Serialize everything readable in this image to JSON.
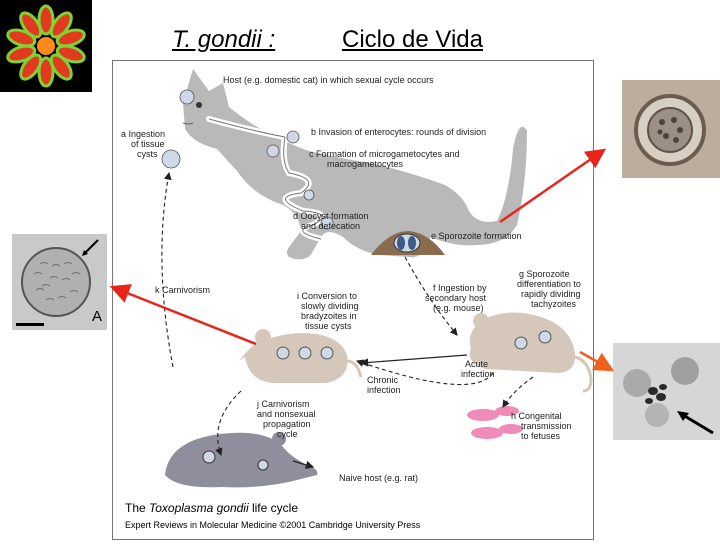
{
  "title": {
    "scientific_name": "T. gondii :",
    "rest": "Ciclo de Vida"
  },
  "diagram": {
    "labels": {
      "host": "Host (e.g. domestic cat) in which sexual cycle occurs",
      "a1": "a Ingestion",
      "a2": "of tissue",
      "a3": "cysts",
      "b": "b Invasion of enterocytes: rounds of division",
      "c1": "c Formation of microgametocytes and",
      "c2": "macrogametocytes",
      "d1": "d Oocyst formation",
      "d2": "and defecation",
      "e": "e Sporozoite formation",
      "k": "k Carnivorism",
      "f1": "f Ingestion by",
      "f2": "secondary host",
      "f3": "(e.g. mouse)",
      "g1": "g Sporozoite",
      "g2": "differentiation to",
      "g3": "rapidly dividing",
      "g4": "tachyzoites",
      "i1": "i Conversion to",
      "i2": "slowly dividing",
      "i3": "bradyzoites in",
      "i4": "tissue cysts",
      "acute1": "Acute",
      "acute2": "infection",
      "chronic1": "Chronic",
      "chronic2": "infection",
      "j1": "j Carnivorism",
      "j2": "and nonsexual",
      "j3": "propagation",
      "j4": "cycle",
      "h1": "h Congenital",
      "h2": "transmission",
      "h3": "to fetuses",
      "naive": "Naive host (e.g. rat)"
    },
    "caption": {
      "prefix": "The ",
      "species": "Toxoplasma gondii",
      "suffix": " life cycle"
    },
    "credit": "Expert Reviews in Molecular Medicine ©2001 Cambridge University Press"
  },
  "micrograph_letter": "A",
  "colors": {
    "animal_gray": "#b9b9b9",
    "mouse_tan": "#d6c7bb",
    "rat_dark": "#8e8e9c",
    "arrow_red": "#e8241b",
    "arrow_orange": "#f06018",
    "fetus_pink": "#f08ab8"
  }
}
